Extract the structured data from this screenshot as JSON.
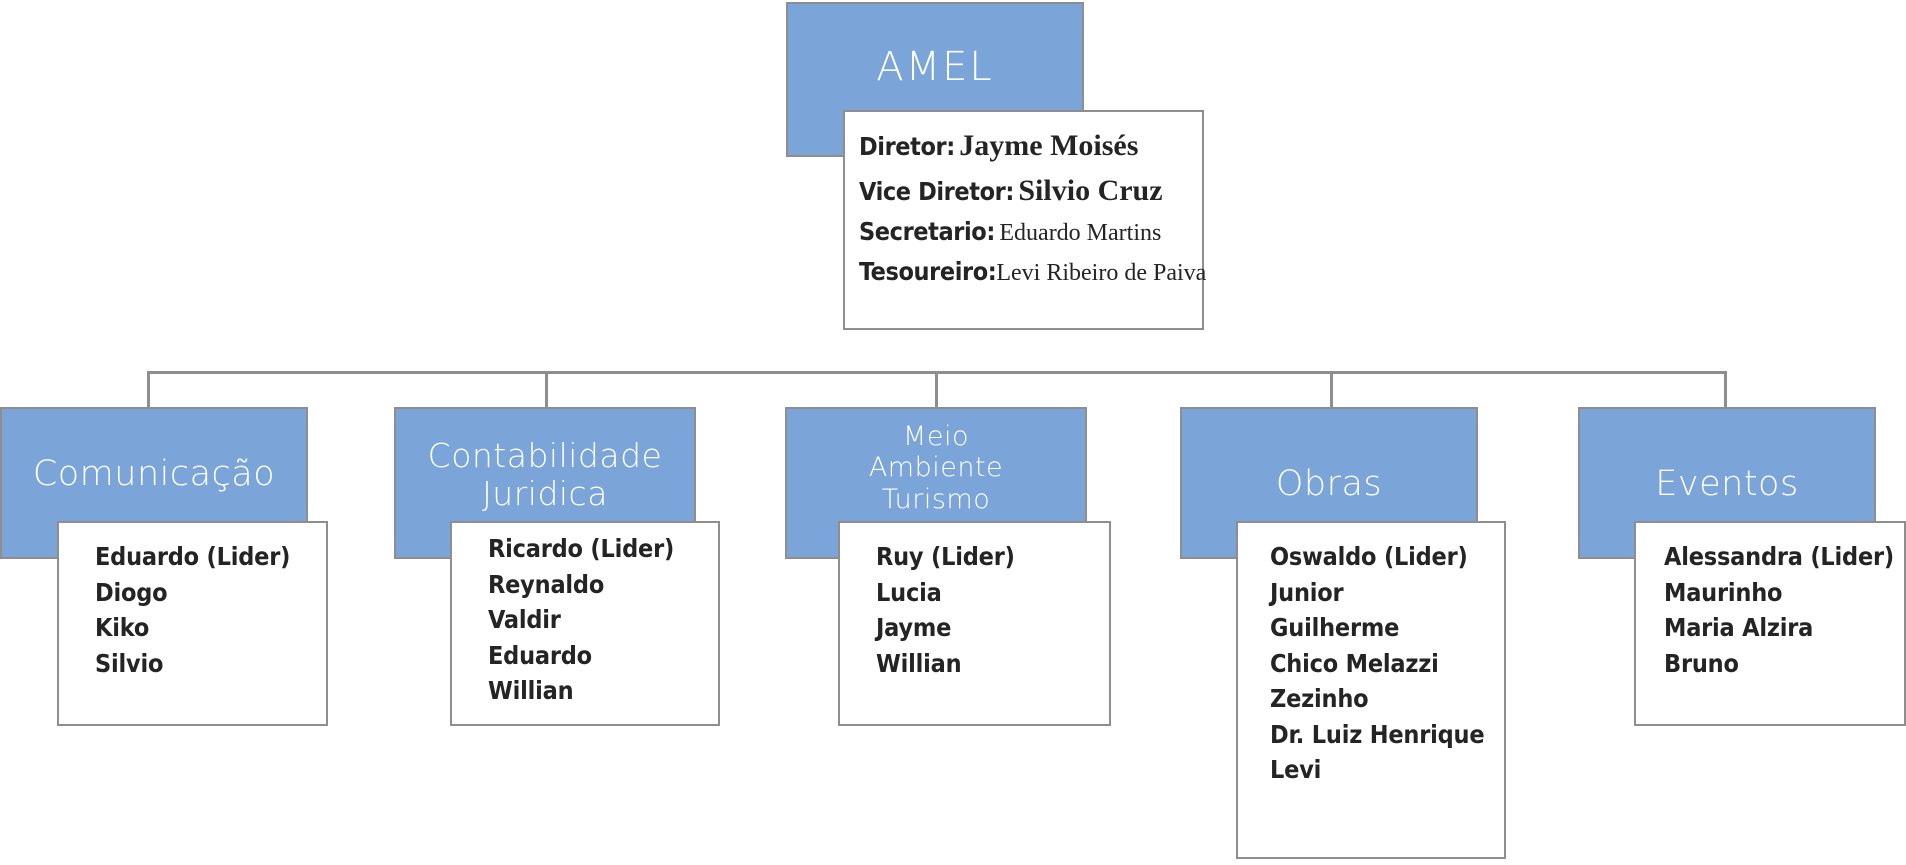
{
  "colors": {
    "box_fill": "#7ba4d9",
    "box_border": "#8e8e8e",
    "connector": "#8e8e8e",
    "title_text": "#ffffff",
    "body_text": "#242424",
    "page_background": "#ffffff"
  },
  "root": {
    "title": "AMEL",
    "details": [
      {
        "label": "Diretor:",
        "value": "Jayme Moisés",
        "emphasis": "strong"
      },
      {
        "label": "Vice Diretor:",
        "value": "Silvio Cruz",
        "emphasis": "strong"
      },
      {
        "label": "Secretario:",
        "value": "Eduardo Martins",
        "emphasis": "plain"
      },
      {
        "label": "Tesoureiro:",
        "value": "Levi Ribeiro de Paiva",
        "emphasis": "plain"
      }
    ]
  },
  "departments": [
    {
      "title": "Comunicação",
      "members": [
        "Eduardo  (Lider)",
        "Diogo",
        "Kiko",
        "Silvio"
      ]
    },
    {
      "title": "Contabilidade\nJuridica",
      "members": [
        "Ricardo (Lider)",
        "Reynaldo",
        "Valdir",
        "Eduardo",
        "Willian"
      ]
    },
    {
      "title": "Meio\nAmbiente\nTurismo",
      "members": [
        "Ruy (Lider)",
        "Lucia",
        "Jayme",
        "Willian"
      ]
    },
    {
      "title": "Obras",
      "members": [
        "Oswaldo (Lider)",
        "Junior",
        "Guilherme",
        "Chico Melazzi",
        "Zezinho",
        "Dr. Luiz Henrique",
        "Levi"
      ]
    },
    {
      "title": "Eventos",
      "members": [
        "Alessandra (Lider)",
        "Maurinho",
        "Maria Alzira",
        "Bruno"
      ]
    }
  ]
}
